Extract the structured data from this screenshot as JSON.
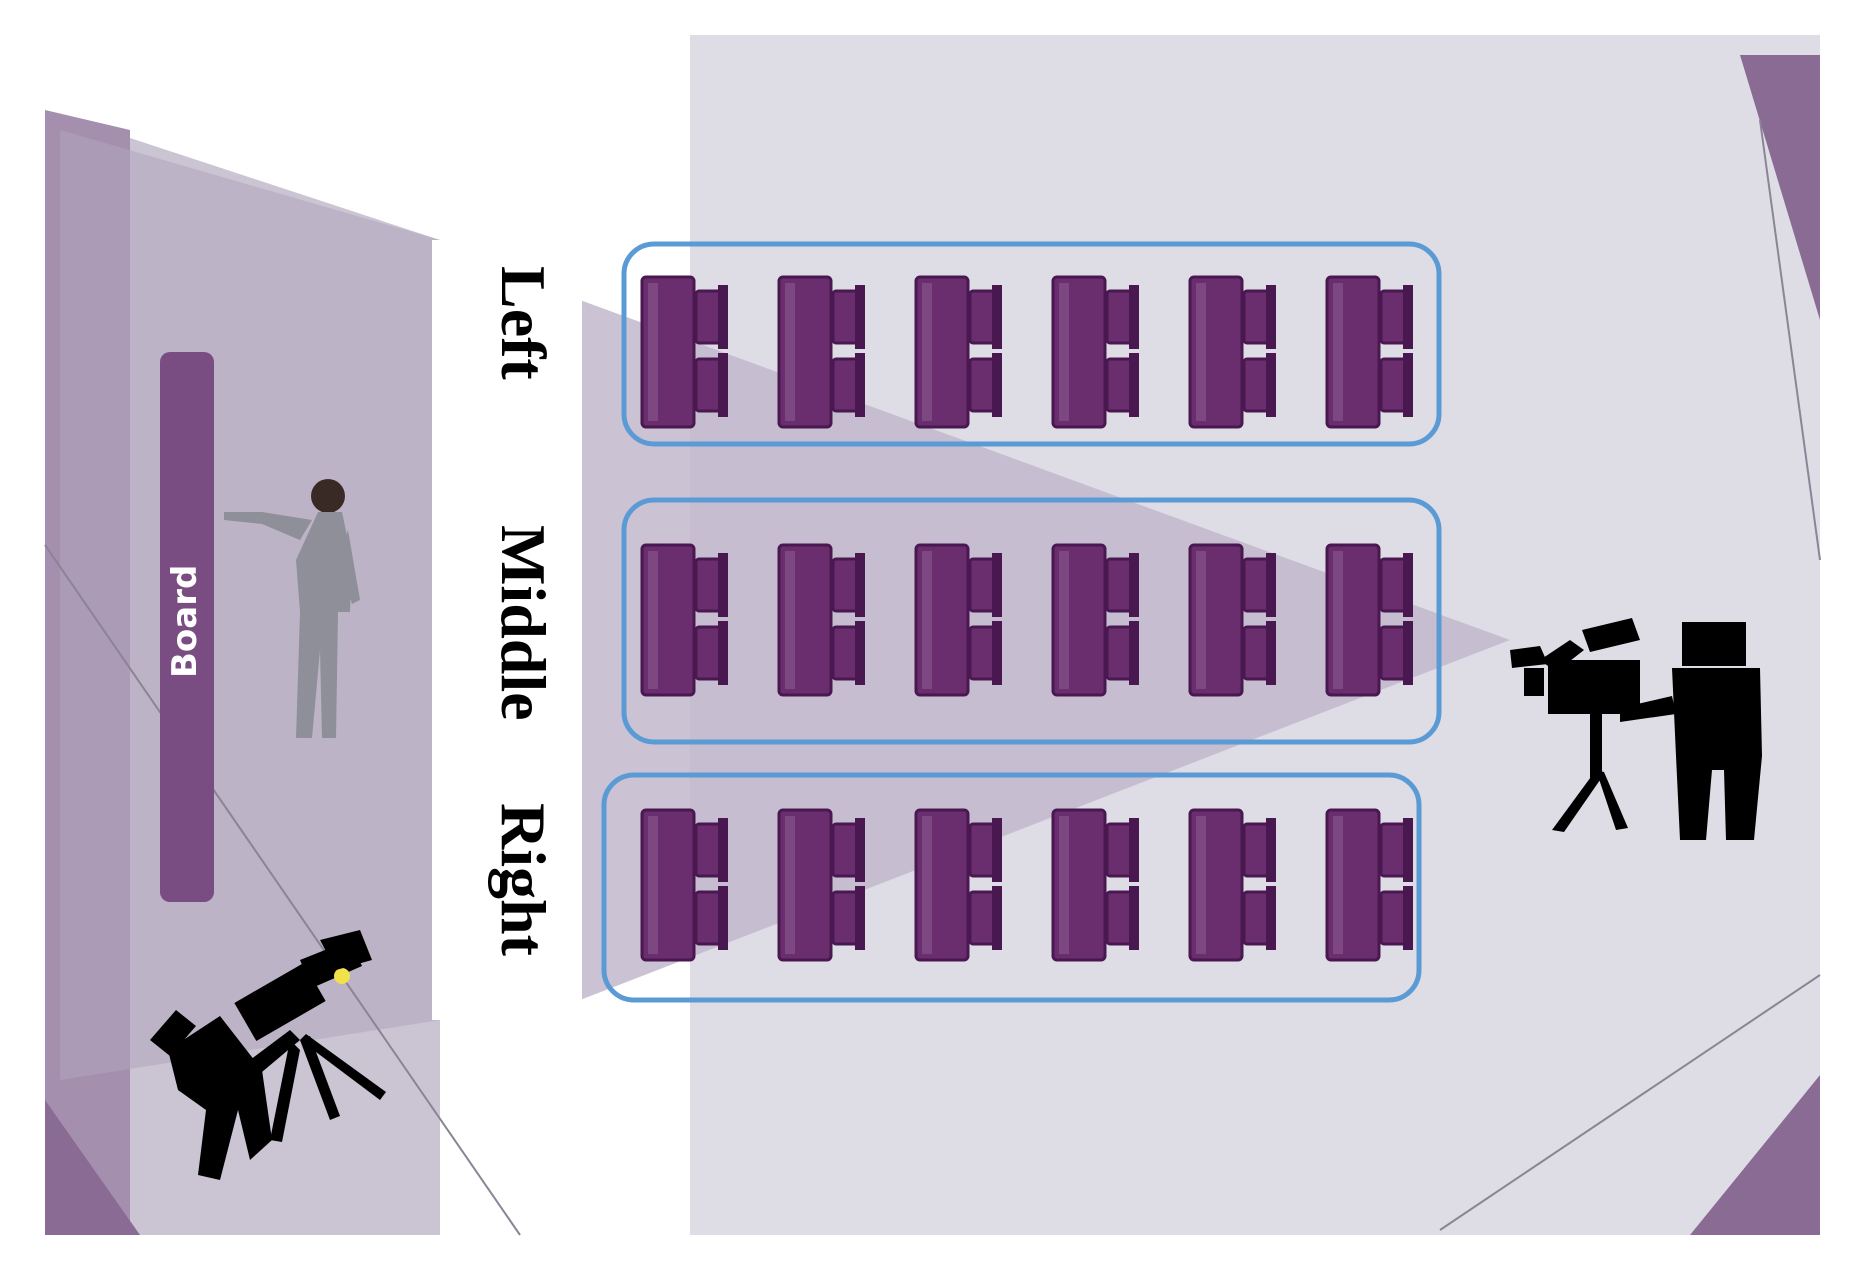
{
  "board_label": "Board",
  "sections": [
    {
      "id": "left",
      "label": "Left",
      "desks": 6
    },
    {
      "id": "middle",
      "label": "Middle",
      "desks": 6
    },
    {
      "id": "right",
      "label": "Right",
      "desks": 6
    }
  ],
  "colors": {
    "background_light": "#e1e1ea",
    "background_mid": "#cfc9d8",
    "shadow_purple": "#a394ae",
    "accent_purple": "#7a4d82",
    "desk_purple": "#6a2e6e",
    "desk_dark": "#4a1850",
    "group_outline": "#5b9bd5",
    "silhouette": "#000000"
  },
  "icons": {
    "teacher": "teacher-figure-icon",
    "camera_front": "camera-operator-icon",
    "camera_back": "camera-operator-icon"
  }
}
